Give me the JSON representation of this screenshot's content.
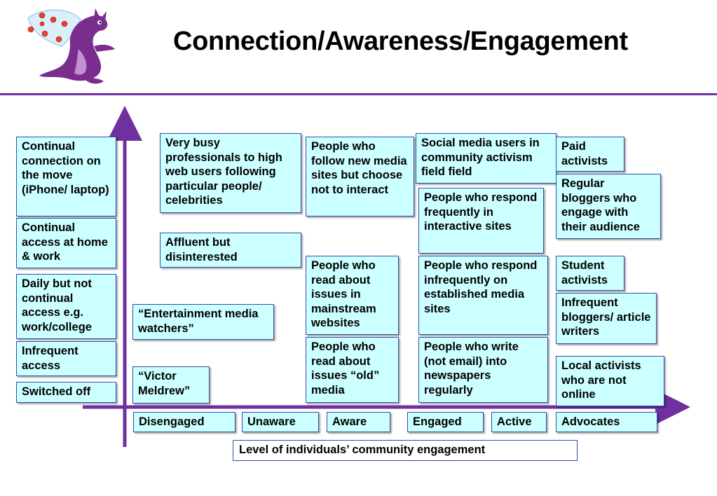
{
  "title": "Connection/Awareness/Engagement",
  "colors": {
    "accent": "#7030a0",
    "box_fill": "#ccffff",
    "box_border": "#2e4fa8"
  },
  "logo": {
    "icon": "dragon-mascot-icon"
  },
  "y_levels": [
    "Continual connection on the move (iPhone/ laptop)",
    "Continual access at home & work",
    "Daily but not continual access e.g. work/college",
    "Infrequent access",
    "Switched off"
  ],
  "x_levels": [
    "Disengaged",
    "Unaware",
    "Aware",
    "Engaged",
    "Active",
    "Advocates"
  ],
  "x_axis_title": "Level of individuals’  community engagement",
  "groups": {
    "victor_meldrew": "“Victor Meldrew”",
    "entertainment_watchers": "“Entertainment media watchers”",
    "busy_professionals": "Very busy professionals to high web users following particular people/ celebrities",
    "affluent": "Affluent but disinterested",
    "follow_no_interact": "People who follow new media sites but choose not to interact",
    "read_mainstream": "People who read about issues in mainstream websites",
    "read_old_media": "People who read about issues “old” media",
    "social_media_activism": "Social media users in community activism field  field",
    "respond_frequently": "People who respond frequently in interactive sites",
    "respond_infrequently": "People who respond infrequently on established media sites",
    "write_newspapers": "People who write (not email) into newspapers regularly",
    "paid_activists": "Paid activists",
    "regular_bloggers": "Regular bloggers who engage with their audience",
    "student_activists": "Student activists",
    "infrequent_bloggers": "Infrequent bloggers/ article writers",
    "local_activists": "Local activists who are not online"
  }
}
